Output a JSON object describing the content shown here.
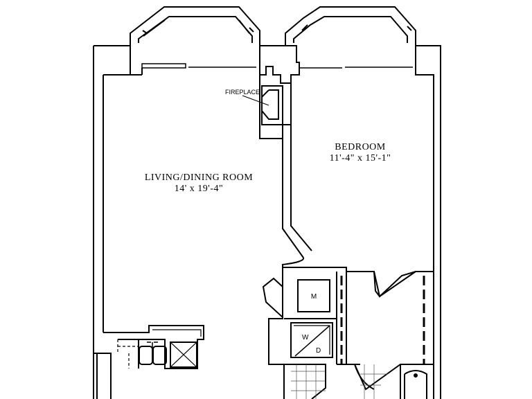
{
  "rooms": {
    "living": {
      "name": "LIVING/DINING ROOM",
      "size": "14' x 19'-4\""
    },
    "bedroom": {
      "name": "BEDROOM",
      "size": "11'-4\" x 15'-1\""
    }
  },
  "labels": {
    "fireplace": "FIREPLACE",
    "microwave": "M",
    "washer": "W",
    "dryer": "D"
  },
  "colors": {
    "wall": "#000000",
    "background": "#ffffff"
  }
}
